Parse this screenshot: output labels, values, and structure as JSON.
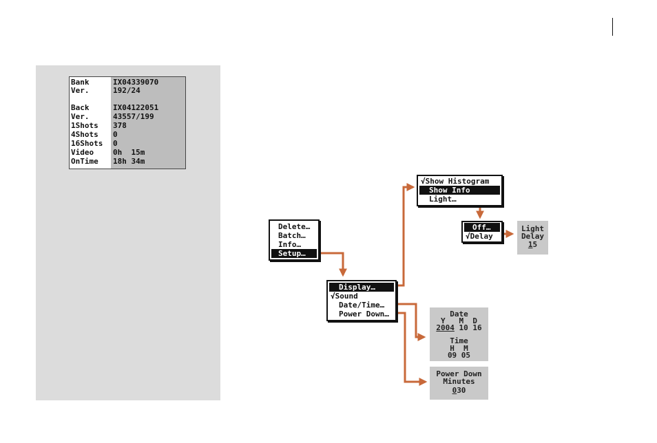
{
  "camera_info": {
    "rows": [
      {
        "label": "Bank",
        "value": "IX04339070"
      },
      {
        "label": "Ver.",
        "value": "192/24"
      },
      {
        "label": "",
        "value": ""
      },
      {
        "label": "Back",
        "value": "IX04122051"
      },
      {
        "label": "Ver.",
        "value": "43557/199"
      },
      {
        "label": "1Shots",
        "value": "378"
      },
      {
        "label": "4Shots",
        "value": "0"
      },
      {
        "label": "16Shots",
        "value": "0"
      },
      {
        "label": "Video",
        "value": "0h  15m"
      },
      {
        "label": "OnTime",
        "value": "18h 34m"
      }
    ]
  },
  "main_menu": {
    "items": [
      {
        "label": "Delete…",
        "selected": false
      },
      {
        "label": "Batch…",
        "selected": false
      },
      {
        "label": "Info…",
        "selected": false
      },
      {
        "label": "Setup…",
        "selected": true
      }
    ]
  },
  "setup_menu": {
    "items": [
      {
        "label": "Display…",
        "selected": true
      },
      {
        "label": "√Sound",
        "selected": false
      },
      {
        "label": "Date/Time…",
        "selected": false
      },
      {
        "label": "Power Down…",
        "selected": false
      }
    ]
  },
  "display_menu": {
    "items": [
      {
        "label": "√Show Histogram",
        "selected": false
      },
      {
        "label": "Show Info",
        "selected": true
      },
      {
        "label": "Light…",
        "selected": false
      }
    ]
  },
  "light_menu": {
    "items": [
      {
        "label": "Off…",
        "selected": true
      },
      {
        "label": "√Delay",
        "selected": false
      }
    ]
  },
  "light_delay": {
    "title": "Light",
    "subtitle": "Delay",
    "value_underlined": "1",
    "value_rest": "5"
  },
  "date_time": {
    "date_title": "Date",
    "date_headers": "Y   M  D",
    "year": "2004",
    "month_day": " 10 16",
    "time_title": "Time",
    "time_headers": "H  M",
    "time_values": "09 05"
  },
  "power_down": {
    "title": "Power Down",
    "subtitle": "Minutes",
    "value_underlined": "0",
    "value_rest": "30"
  },
  "colors": {
    "arrow": "#c8693a",
    "panel_gray": "#dcdcdc",
    "value_gray": "#c9c9c9"
  }
}
